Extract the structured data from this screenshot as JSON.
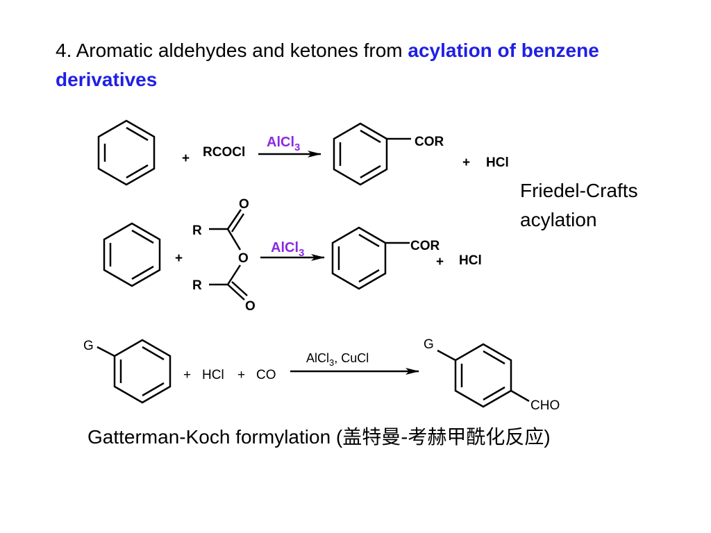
{
  "slide": {
    "title_prefix": "4.  Aromatic aldehydes and ketones from ",
    "title_highlight": "acylation of benzene derivatives",
    "highlight_color": "#1f1fe6",
    "reagent_color": "#8a2be2"
  },
  "reaction1": {
    "plus1": "+",
    "reagent": "RCOCl",
    "catalyst_main": "AlCl",
    "catalyst_sub": "3",
    "product_group": "COR",
    "plus2": "+",
    "byproduct": "HCl"
  },
  "friedel_crafts_caption": {
    "line1": "Friedel-Crafts",
    "line2": "acylation"
  },
  "reaction2": {
    "plus1": "+",
    "r_top": "R",
    "r_bottom": "R",
    "o_top": "O",
    "o_middle": "O",
    "o_bottom": "O",
    "catalyst_main": "AlCl",
    "catalyst_sub": "3",
    "product_group": "COR",
    "plus2": "+",
    "byproduct": "HCl"
  },
  "reaction3": {
    "substituent": "G",
    "plus1": "+",
    "reagent1": "HCl",
    "plus2": "+",
    "reagent2": "CO",
    "catalyst_main": "AlCl",
    "catalyst_sub": "3",
    "catalyst_rest": ", CuCl",
    "product_substituent": "G",
    "product_group": "CHO"
  },
  "gatterman_caption": {
    "latin": "Gatterman-Koch formylation (",
    "cjk": "盖特曼-考赫甲酰化反应",
    "close": ")"
  }
}
